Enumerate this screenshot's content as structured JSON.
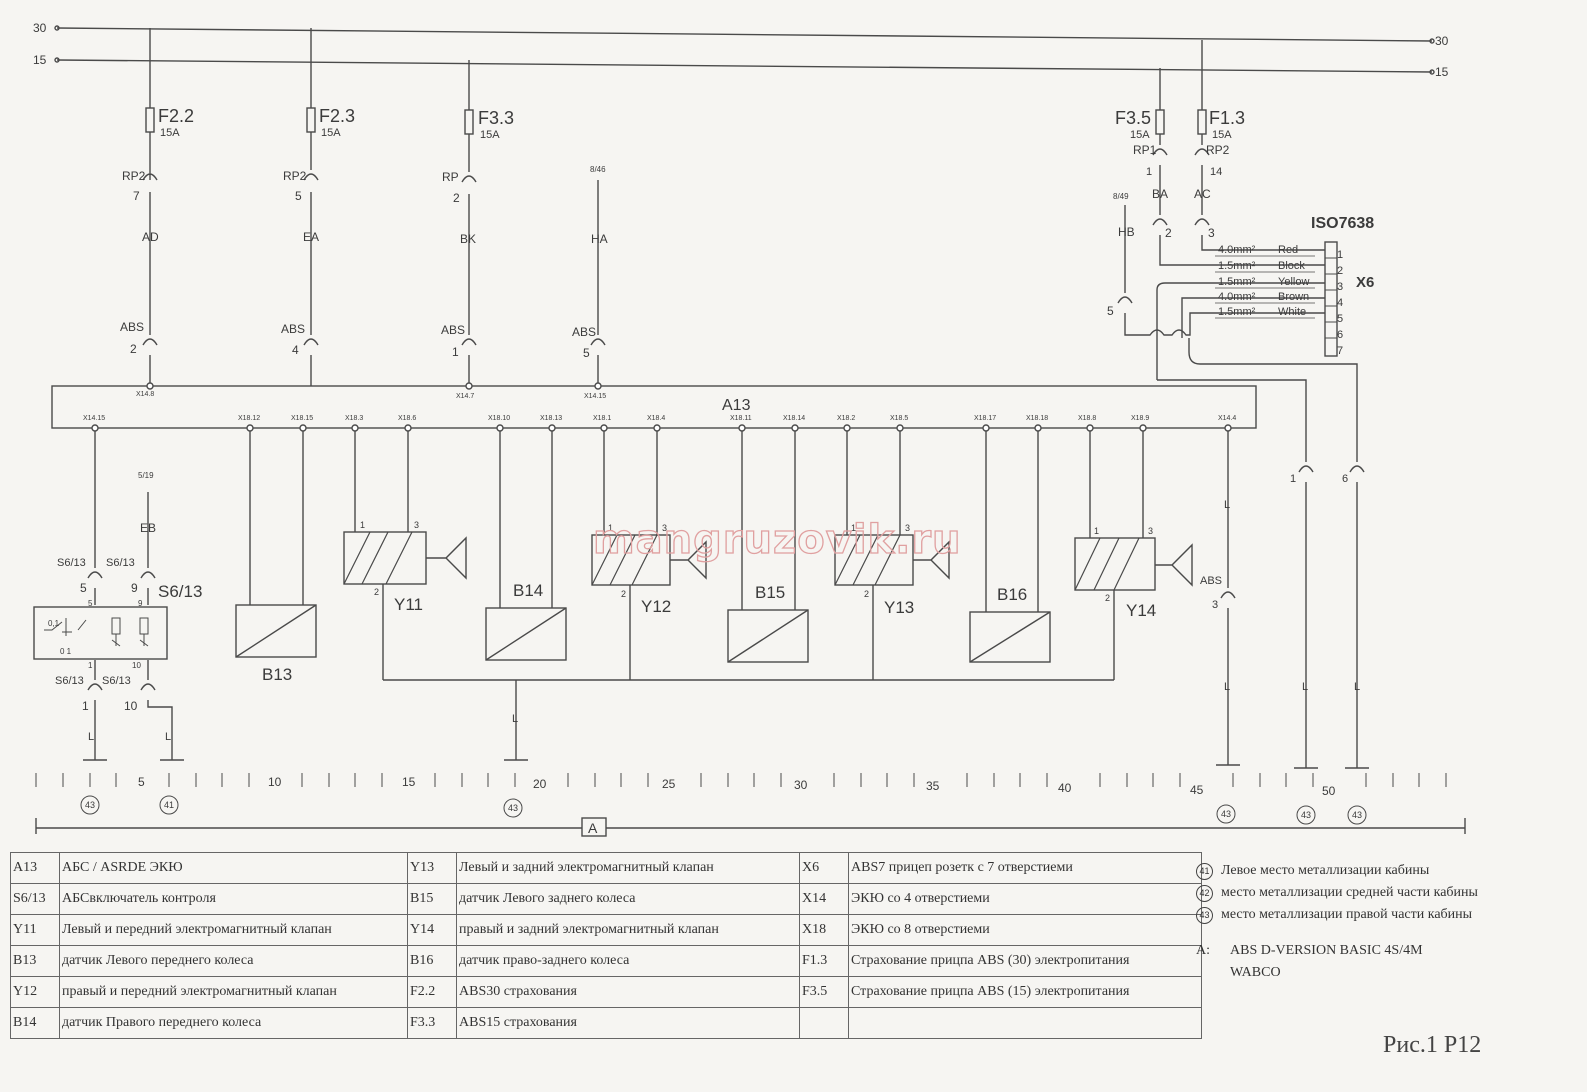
{
  "rails": {
    "r30": "30",
    "r15": "15"
  },
  "fuses": [
    {
      "name": "F2.2",
      "rating": "15A"
    },
    {
      "name": "F2.3",
      "rating": "15A"
    },
    {
      "name": "F3.3",
      "rating": "15A"
    },
    {
      "name": "F3.5",
      "rating": "15A"
    },
    {
      "name": "F1.3",
      "rating": "15A"
    }
  ],
  "connectors": {
    "rp2_7": {
      "top": "RP2",
      "num": "7"
    },
    "rp2_5": {
      "top": "RP2",
      "num": "5"
    },
    "rp_2": {
      "top": "RP",
      "num": "2"
    },
    "rp1": {
      "top": "RP1",
      "num": "1"
    },
    "rp2_14": {
      "top": "RP2",
      "num": "14"
    },
    "abs_2": {
      "top": "ABS",
      "num": "2"
    },
    "abs_4": {
      "top": "ABS",
      "num": "4"
    },
    "abs_1": {
      "top": "ABS",
      "num": "1"
    },
    "abs_5": {
      "top": "ABS",
      "num": "5"
    },
    "abs_3": {
      "top": "ABS",
      "num": "3"
    },
    "conn_5": {
      "num": "5"
    },
    "conn_2": {
      "num": "2"
    },
    "conn_3": {
      "num": "3"
    },
    "conn_1": {
      "num": "1"
    },
    "conn_6": {
      "num": "6"
    }
  },
  "wires": {
    "ad": "AD",
    "ea": "EA",
    "bk": "BK",
    "ha": "HA",
    "ba": "BA",
    "ac": "AC",
    "hb": "HB",
    "eb": "EB",
    "l": "L",
    "ref_8_46": "8/46",
    "ref_8_49": "8/49",
    "ref_5_19": "5/19"
  },
  "ecu": {
    "name": "A13",
    "top_pins": [
      "X14.8",
      "X14.7",
      "X14.15"
    ],
    "bottom_pins": [
      "X14.15",
      "X18.12",
      "X18.15",
      "X18.3",
      "X18.6",
      "X18.10",
      "X18.13",
      "X18.1",
      "X18.4",
      "X18.11",
      "X18.14",
      "X18.2",
      "X18.5",
      "X18.17",
      "X18.18",
      "X18.8",
      "X18.9",
      "X14.4"
    ]
  },
  "valves": [
    "Y11",
    "Y12",
    "Y13",
    "Y14"
  ],
  "sensors": [
    "B13",
    "B14",
    "B15",
    "B16"
  ],
  "valve_pins": {
    "p1": "1",
    "p2": "2",
    "p3": "3"
  },
  "switch": {
    "name": "S6/13",
    "conn_top_left": {
      "top": "S6/13",
      "num": "5"
    },
    "conn_top_right": {
      "top": "S6/13",
      "num": "9"
    },
    "conn_bottom_left": {
      "top": "S6/13",
      "num": "1"
    },
    "conn_bottom_right": {
      "top": "S6/13",
      "num": "10"
    },
    "pin_5": "5",
    "pin_9": "9",
    "pin_1": "1",
    "pin_10": "10",
    "pos_0_1": "0 1",
    "pos_01": "0,1"
  },
  "socket": {
    "standard": "ISO7638",
    "name": "X6",
    "rows": [
      {
        "section": "4.0mm²",
        "color": "Red"
      },
      {
        "section": "1.5mm²",
        "color": "Block"
      },
      {
        "section": "1.5mm²",
        "color": "Yellow"
      },
      {
        "section": "4.0mm²",
        "color": "Brown"
      },
      {
        "section": "1.5mm²",
        "color": "White"
      }
    ],
    "pins": [
      "1",
      "2",
      "3",
      "4",
      "5",
      "6",
      "7"
    ]
  },
  "scale": {
    "numbers": [
      "5",
      "10",
      "15",
      "20",
      "25",
      "30",
      "35",
      "40",
      "45",
      "50"
    ],
    "grounds": [
      "43",
      "41",
      "43",
      "43",
      "43",
      "43"
    ],
    "module": "A"
  },
  "watermark": "mangruzovik.ru",
  "legend": [
    [
      {
        "code": "A13",
        "desc": "АБС / ASRDE ЭКЮ"
      },
      {
        "code": "Y13",
        "desc": "Левый и задний электромагнитный клапан"
      },
      {
        "code": "X6",
        "desc": "ABS7 прицеп розетк с 7 отверстиеми"
      }
    ],
    [
      {
        "code": "S6/13",
        "desc": "АБСвключатель контроля"
      },
      {
        "code": "B15",
        "desc": "датчик Левого заднего колеса"
      },
      {
        "code": "X14",
        "desc": "ЭКЮ со 4 отверстиеми"
      }
    ],
    [
      {
        "code": "Y11",
        "desc": "Левый и передний электромагнитный клапан"
      },
      {
        "code": "Y14",
        "desc": "правый и задний электромагнитный клапан"
      },
      {
        "code": "X18",
        "desc": "ЭКЮ со 8 отверстиеми"
      }
    ],
    [
      {
        "code": "B13",
        "desc": "датчик Левого переднего колеса"
      },
      {
        "code": "B16",
        "desc": "датчик право-заднего колеса"
      },
      {
        "code": "F1.3",
        "desc": "Страхование прицпа ABS (30) электропитания"
      }
    ],
    [
      {
        "code": "Y12",
        "desc": "правый и передний электромагнитный клапан"
      },
      {
        "code": "F2.2",
        "desc": "ABS30 страхования"
      },
      {
        "code": "F3.5",
        "desc": "Страхование прицпа ABS (15) электропитания"
      }
    ],
    [
      {
        "code": "B14",
        "desc": "датчик Правого переднего    колеса"
      },
      {
        "code": "F3.3",
        "desc": "ABS15 страхования"
      },
      {
        "code": "",
        "desc": ""
      }
    ]
  ],
  "notes": {
    "grounds": [
      {
        "num": "41",
        "text": "Левое место металлизации кабины"
      },
      {
        "num": "42",
        "text": "место металлизации средней части кабины"
      },
      {
        "num": "43",
        "text": "место металлизации правой части кабины"
      }
    ],
    "module_key": "A:",
    "module_line1": "ABS D-VERSION BASIC 4S/4M",
    "module_line2": "WABCO"
  },
  "figure_label": "Рис.1 Р12"
}
